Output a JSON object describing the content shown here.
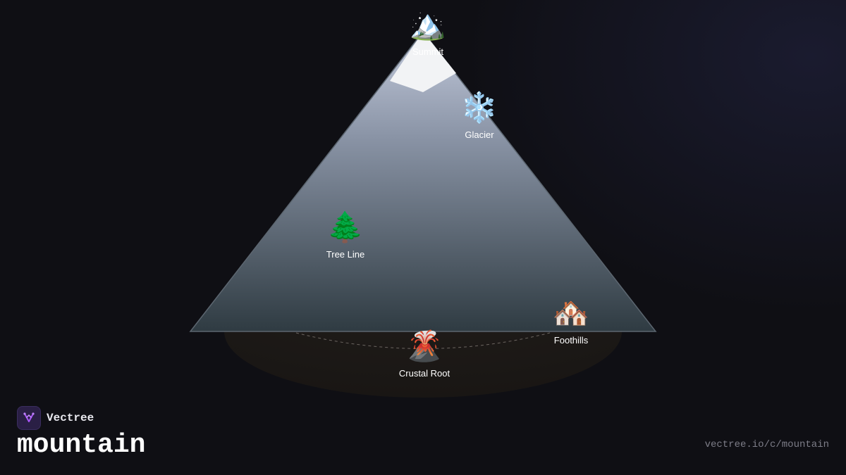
{
  "brand": {
    "name": "Vectree",
    "accent": "#a855f7"
  },
  "title": "mountain",
  "url": "vectree.io/c/mountain",
  "colors": {
    "background": "#0f0f14",
    "mountain_top": "#b9c1d4",
    "mountain_bottom": "#2f3b42",
    "snow": "#f2f3f5",
    "root": "#1c1917"
  },
  "nodes": [
    {
      "id": "summit",
      "icon": "🏔️",
      "label": "Summit"
    },
    {
      "id": "glacier",
      "icon": "❄️",
      "label": "Glacier"
    },
    {
      "id": "tree-line",
      "icon": "🌲",
      "label": "Tree Line"
    },
    {
      "id": "foothills",
      "icon": "🏘️",
      "label": "Foothills"
    },
    {
      "id": "crustal-root",
      "icon": "🌋",
      "label": "Crustal Root"
    }
  ]
}
